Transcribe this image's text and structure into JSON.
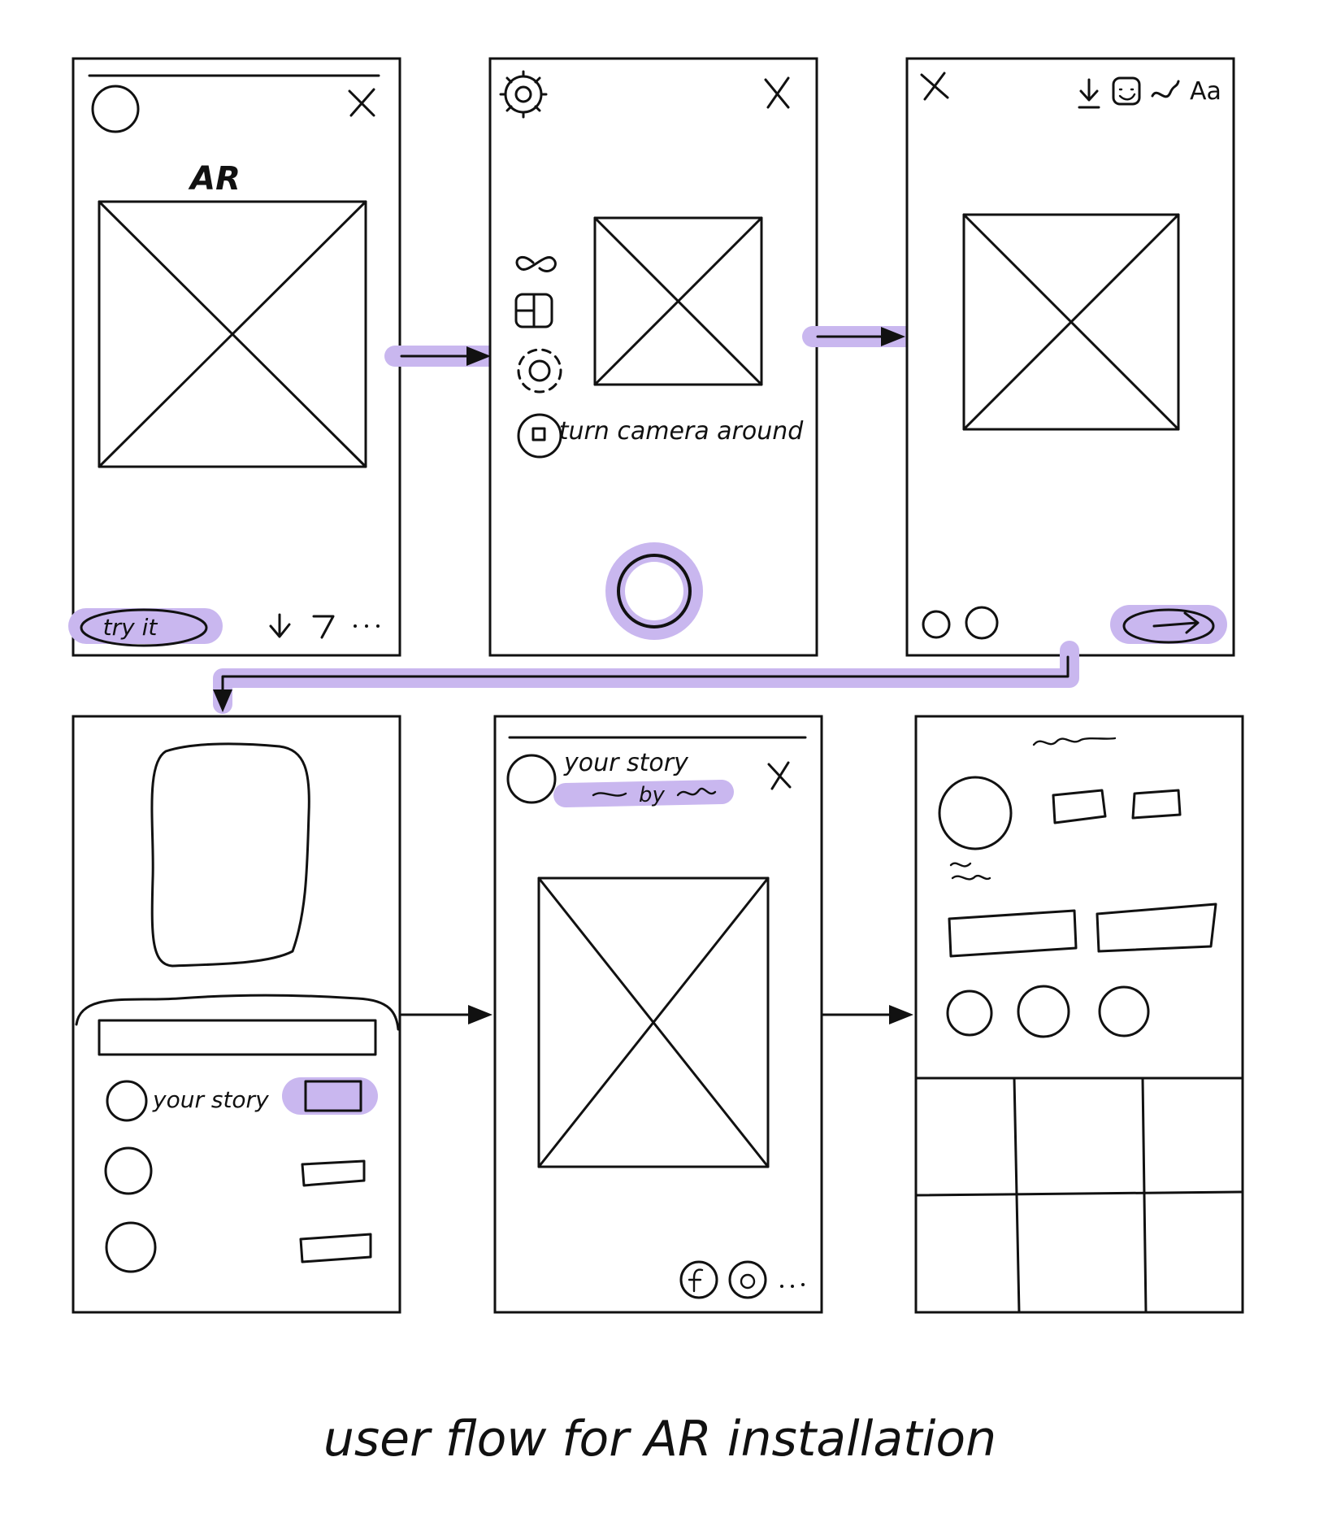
{
  "colors": {
    "ink": "#111111",
    "highlight": "#c9b7ef",
    "paper": "#ffffff"
  },
  "screens": [
    {
      "id": "ar-post",
      "header_label": "AR",
      "cta_label": "try it",
      "icons": [
        "profile-avatar-icon",
        "close-icon",
        "save-icon",
        "share-icon",
        "more-icon"
      ]
    },
    {
      "id": "camera",
      "hint": "turn camera around",
      "icons": [
        "settings-icon",
        "close-icon",
        "infinity-icon",
        "layout-icon",
        "focus-icon",
        "timer-icon",
        "shutter-button"
      ]
    },
    {
      "id": "edit",
      "icons": [
        "close-icon",
        "download-icon",
        "sticker-icon",
        "draw-icon",
        "text-icon"
      ],
      "text_tool_label": "Aa"
    },
    {
      "id": "share-sheet",
      "story_label": "your story"
    },
    {
      "id": "story-view",
      "title": "your story",
      "byline": "by",
      "icons": [
        "close-icon",
        "facebook-icon",
        "instagram-icon",
        "more-icon"
      ]
    },
    {
      "id": "profile",
      "icons": [
        "avatar-icon"
      ]
    }
  ],
  "caption": "user flow for AR installation"
}
